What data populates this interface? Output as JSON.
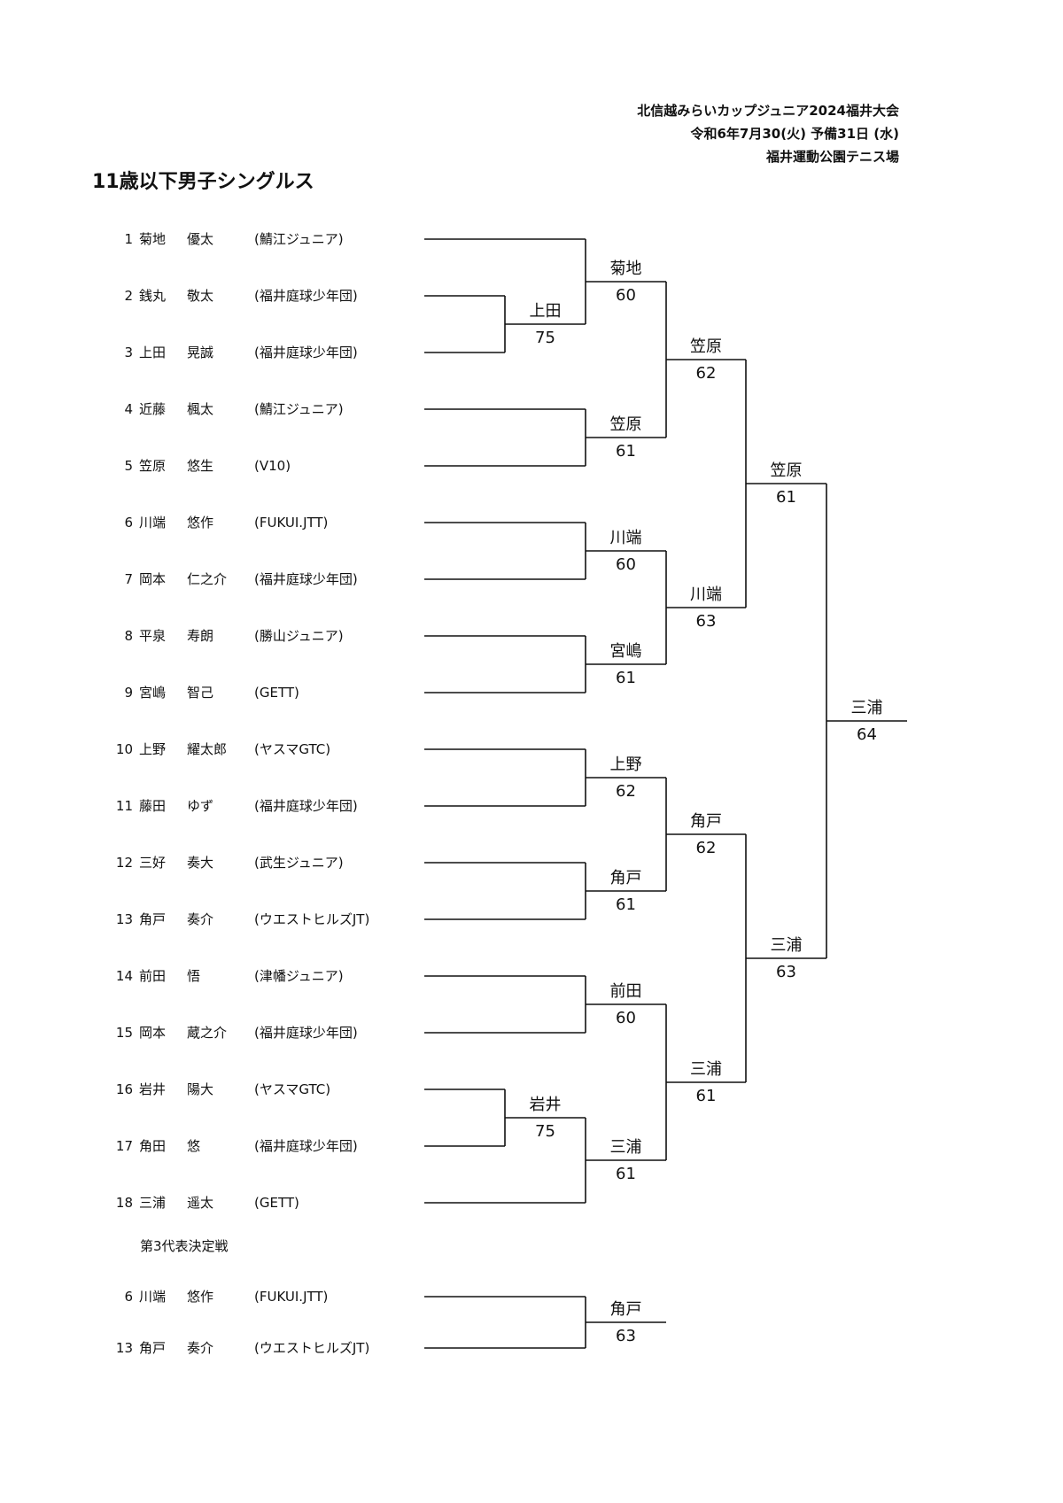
{
  "header": {
    "tournament": "北信越みらいカップジュニア2024福井大会",
    "dates": "令和6年7月30(火) 予備31日 (水)",
    "venue": "福井運動公園テニス場"
  },
  "event_title": "11歳以下男子シングルス",
  "players": [
    {
      "seed": "1",
      "family": "菊地",
      "given": "優太",
      "club": "(鯖江ジュニア)"
    },
    {
      "seed": "2",
      "family": "銭丸",
      "given": "敬太",
      "club": "(福井庭球少年団)"
    },
    {
      "seed": "3",
      "family": "上田",
      "given": "晃誠",
      "club": "(福井庭球少年団)"
    },
    {
      "seed": "4",
      "family": "近藤",
      "given": "楓太",
      "club": "(鯖江ジュニア)"
    },
    {
      "seed": "5",
      "family": "笠原",
      "given": "悠生",
      "club": "(V10)"
    },
    {
      "seed": "6",
      "family": "川端",
      "given": "悠作",
      "club": "(FUKUI.JTT)"
    },
    {
      "seed": "7",
      "family": "岡本",
      "given": "仁之介",
      "club": "(福井庭球少年団)"
    },
    {
      "seed": "8",
      "family": "平泉",
      "given": "寿朗",
      "club": "(勝山ジュニア)"
    },
    {
      "seed": "9",
      "family": "宮嶋",
      "given": "智己",
      "club": "(GETT)"
    },
    {
      "seed": "10",
      "family": "上野",
      "given": "耀太郎",
      "club": "(ヤスマGTC)"
    },
    {
      "seed": "11",
      "family": "藤田",
      "given": "ゆず",
      "club": "(福井庭球少年団)"
    },
    {
      "seed": "12",
      "family": "三好",
      "given": "奏大",
      "club": "(武生ジュニア)"
    },
    {
      "seed": "13",
      "family": "角戸",
      "given": "奏介",
      "club": "(ウエストヒルズJT)"
    },
    {
      "seed": "14",
      "family": "前田",
      "given": "悟",
      "club": "(津幡ジュニア)"
    },
    {
      "seed": "15",
      "family": "岡本",
      "given": "蔵之介",
      "club": "(福井庭球少年団)"
    },
    {
      "seed": "16",
      "family": "岩井",
      "given": "陽大",
      "club": "(ヤスマGTC)"
    },
    {
      "seed": "17",
      "family": "角田",
      "given": "悠",
      "club": "(福井庭球少年団)"
    },
    {
      "seed": "18",
      "family": "三浦",
      "given": "遥太",
      "club": "(GETT)"
    }
  ],
  "matches": [
    {
      "winner": "上田",
      "score": "75"
    },
    {
      "winner": "岩井",
      "score": "75"
    },
    {
      "winner": "菊地",
      "score": "60"
    },
    {
      "winner": "笠原",
      "score": "61"
    },
    {
      "winner": "川端",
      "score": "60"
    },
    {
      "winner": "宮嶋",
      "score": "61"
    },
    {
      "winner": "上野",
      "score": "62"
    },
    {
      "winner": "角戸",
      "score": "61"
    },
    {
      "winner": "前田",
      "score": "60"
    },
    {
      "winner": "三浦",
      "score": "61"
    },
    {
      "winner": "笠原",
      "score": "62"
    },
    {
      "winner": "川端",
      "score": "63"
    },
    {
      "winner": "角戸",
      "score": "62"
    },
    {
      "winner": "三浦",
      "score": "61"
    },
    {
      "winner": "笠原",
      "score": "61"
    },
    {
      "winner": "三浦",
      "score": "63"
    },
    {
      "winner": "三浦",
      "score": "64"
    }
  ],
  "third_place": {
    "label": "第3代表決定戦",
    "players": [
      {
        "seed": "6",
        "family": "川端",
        "given": "悠作",
        "club": "(FUKUI.JTT)"
      },
      {
        "seed": "13",
        "family": "角戸",
        "given": "奏介",
        "club": "(ウエストヒルズJT)"
      }
    ],
    "match": {
      "winner": "角戸",
      "score": "63"
    }
  }
}
